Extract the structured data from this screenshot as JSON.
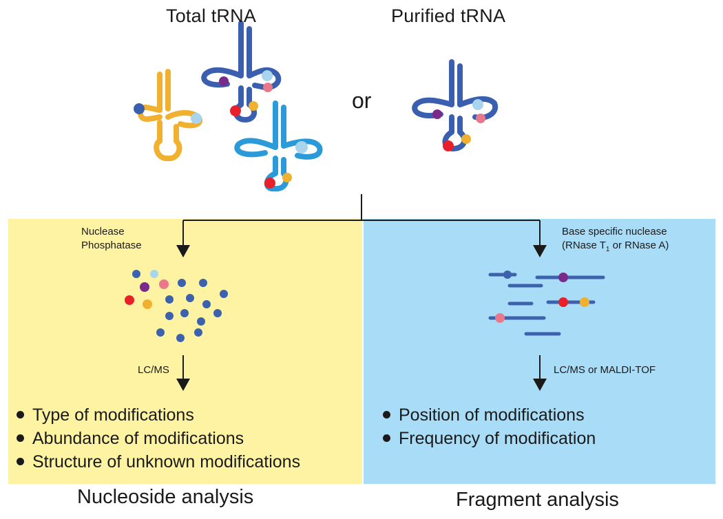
{
  "header": {
    "total_trna_label": "Total tRNA",
    "purified_trna_label": "Purified tRNA",
    "or_label": "or"
  },
  "left_panel": {
    "step1_lines": [
      "Nuclease",
      "Phosphatase"
    ],
    "step2_label": "LC/MS",
    "bullets": [
      "Type of modifications",
      "Abundance of modifications",
      "Structure of unknown modifications"
    ],
    "caption": "Nucleoside analysis",
    "background_color": "#fdf3a3"
  },
  "right_panel": {
    "step1_line1": "Base specific nuclease",
    "step1_line2_prefix": "(RNase T",
    "step1_subscript": "1",
    "step1_line2_suffix": " or RNase A)",
    "step2_label": "LC/MS or MALDI-TOF",
    "bullets": [
      "Position of modifications",
      "Frequency of modification"
    ],
    "caption": "Fragment analysis",
    "background_color": "#a9dcf6"
  },
  "colors": {
    "trna_orange": "#f0b030",
    "trna_navy": "#3a5fae",
    "trna_sky": "#2a9ad8",
    "mod_red": "#e8202a",
    "mod_purple": "#7a2a8a",
    "mod_pink": "#e8788a",
    "mod_lightblue": "#a8d4ee",
    "mod_gold": "#f0b030",
    "nucleoside_blue": "#3d62ad",
    "arrow": "#1a1a1a"
  }
}
